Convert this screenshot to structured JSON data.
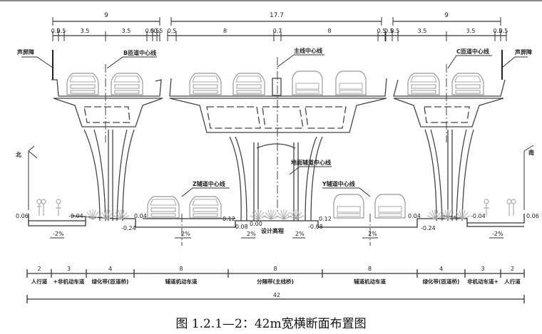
{
  "drawing": {
    "caption": "图 1.2.1—2：42m宽横断面布置图",
    "top_dims": {
      "left_total": "9",
      "left_parts": [
        "0.5",
        "0.5",
        "3.5",
        "3.5",
        "0.5",
        "0.5",
        "0.5"
      ],
      "main_total": "17.7",
      "main_parts": [
        "0.5",
        "8",
        "0.7",
        "8",
        "0.5"
      ],
      "right_total": "9",
      "right_parts": [
        "0.5",
        "0.5",
        "3.5",
        "3.5",
        "0.5",
        "0.5"
      ]
    },
    "labels": {
      "noise_barrier_left": "声屏障",
      "noise_barrier_right": "声屏障",
      "b_ramp_center": "B匝道中心线",
      "main_center": "主线中心线",
      "c_ramp_center": "C匝道中心线",
      "ground_aux_center": "地面辅道中心线",
      "z_aux_center": "Z辅道中心线",
      "y_aux_center": "Y辅道中心线",
      "north": "北",
      "south": "南",
      "design_elevation": "设计高程"
    },
    "elevations": {
      "left_edge": "0.06",
      "left_walk_inner": "-0.04",
      "left_median": "0.04",
      "left_curb_low": "-0.24",
      "z_right": "0.12",
      "z_right_low": "-0.08",
      "y_left": "0.12",
      "y_left_low": "-0.08",
      "right_median": "0.04",
      "right_curb_low": "-0.24",
      "right_walk_inner": "-0.04",
      "right_edge": "0.06",
      "center_mark": "0.00"
    },
    "slopes": [
      "-2%",
      "2%",
      "2%",
      "2%",
      "2%",
      "-2%"
    ],
    "bottom_dims": {
      "parts": [
        {
          "value": "2",
          "label": "人行道"
        },
        {
          "value": "3",
          "label": "+非机动车道"
        },
        {
          "value": "4",
          "label": "绿化带(匝道桥)"
        },
        {
          "value": "8",
          "label": "辅道机动车道"
        },
        {
          "value": "8",
          "label": "分隔带(主线桥)"
        },
        {
          "value": "8",
          "label": "辅道机动车道"
        },
        {
          "value": "4",
          "label": "绿化带(匝道桥)"
        },
        {
          "value": "3",
          "label": "非机动车道+"
        },
        {
          "value": "2",
          "label": "人行道"
        }
      ],
      "total": "42"
    }
  }
}
